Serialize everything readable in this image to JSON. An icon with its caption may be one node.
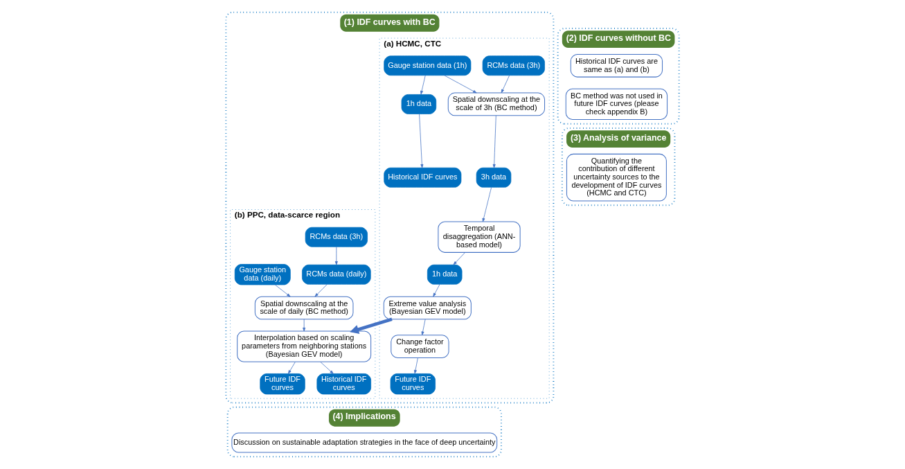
{
  "diagram": {
    "nodes": [
      {
        "text": [
          "(1) IDF curves with BC"
        ]
      },
      {
        "text": [
          "(a) HCMC, CTC"
        ],
        "in": 0
      },
      {
        "text": [
          "RCMs data (3h)"
        ],
        "in": 1
      },
      {
        "text": [
          "Gauge station data (1h)"
        ],
        "in": 1
      },
      {
        "text": [
          "Spatial downscaling at the scale of 3h (BC method)"
        ],
        "in": 1
      },
      {
        "text": [
          "1h data"
        ],
        "in": 1
      },
      {
        "text": [
          "3h data"
        ],
        "in": 1
      },
      {
        "text": [
          "Historical IDF curves"
        ],
        "in": 1
      },
      {
        "text": [
          "Temporal disaggregation (ANN-based model)"
        ],
        "in": 1
      },
      {
        "text": [
          "Extreme value analysis (Bayesian GEV model)"
        ],
        "in": 1
      },
      {
        "text": [
          "1h data"
        ],
        "in": 1
      },
      {
        "text": [
          "Future IDF curves"
        ],
        "in": 1
      },
      {
        "text": [
          "Change factor operation"
        ],
        "in": 1
      },
      {
        "text": [
          "(b) PPC, data-scarce region"
        ],
        "in": 0
      },
      {
        "text": [
          "RCMs data (3h)"
        ],
        "in": 13
      },
      {
        "text": [
          "Gauge station data (daily)"
        ],
        "in": 13
      },
      {
        "text": [
          "RCMs data (daily)"
        ],
        "in": 13
      },
      {
        "text": [
          "Spatial downscaling at the scale of daily (BC method)"
        ],
        "in": 13
      },
      {
        "text": [
          "Interpolation based on scaling parameters from neighboring stations (Bayesian GEV model)"
        ],
        "in": 13
      },
      {
        "text": [
          "Future IDF curves"
        ],
        "in": 13
      },
      {
        "text": [
          "Historical IDF curves"
        ],
        "in": 13
      },
      {
        "text": [
          "(2) IDF curves without BC"
        ]
      },
      {
        "text": [
          "Historical IDF curves are same as (a) and (b)"
        ],
        "in": 21
      },
      {
        "text": [
          "BC method was not used in future IDF curves (please check appendix B)"
        ],
        "in": 21
      },
      {
        "text": [
          "(3) Analysis of variance"
        ]
      },
      {
        "text": [
          "Quantifying the contribution of different uncertainty sources to the development of IDF curves (HCMC and CTC)"
        ],
        "in": 24
      },
      {
        "text": [
          "(4) Implications"
        ]
      },
      {
        "text": [
          "Discussion on sustainable adaptation strategies in the face of deep uncertainty"
        ],
        "in": 26
      }
    ],
    "edges": [
      {
        "from": 2,
        "to": 4,
        "arrow": "to"
      },
      {
        "from": 3,
        "to": 4,
        "arrow": "to"
      },
      {
        "from": 3,
        "to": 5,
        "arrow": "to"
      },
      {
        "from": 4,
        "to": 6,
        "arrow": "to"
      },
      {
        "from": 5,
        "to": 7,
        "arrow": "to"
      },
      {
        "from": 6,
        "to": 8,
        "arrow": "to"
      },
      {
        "from": 8,
        "to": 10,
        "arrow": "to"
      },
      {
        "from": 10,
        "to": 9,
        "arrow": "to"
      },
      {
        "from": 9,
        "to": 12,
        "arrow": "to"
      },
      {
        "from": 12,
        "to": 11,
        "arrow": "to"
      },
      {
        "from": 9,
        "to": 18,
        "arrow": "to",
        "style": "thick"
      },
      {
        "from": 14,
        "to": 16,
        "arrow": "to"
      },
      {
        "from": 16,
        "to": 17,
        "arrow": "to"
      },
      {
        "from": 15,
        "to": 17,
        "arrow": "to"
      },
      {
        "from": 17,
        "to": 18,
        "arrow": "to"
      },
      {
        "from": 18,
        "to": 19,
        "arrow": "to"
      },
      {
        "from": 18,
        "to": 20,
        "arrow": "to"
      }
    ]
  }
}
